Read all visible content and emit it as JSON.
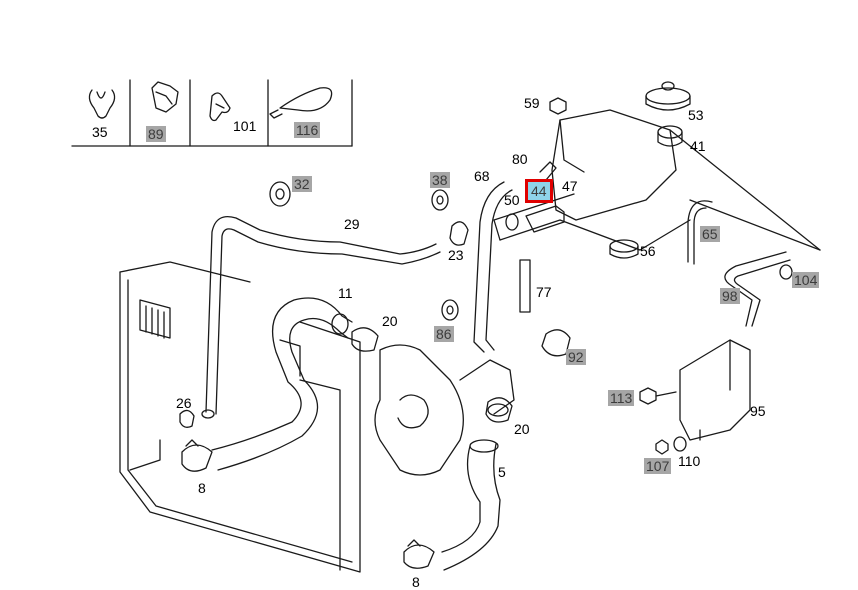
{
  "diagram": {
    "colors": {
      "line": "#1a1a1a",
      "highlight": "#a6a6a6",
      "selected_fill": "#8fd3ea",
      "selected_border": "#e00000"
    },
    "legend": {
      "items": [
        "35",
        "89",
        "101",
        "116"
      ]
    },
    "callouts": {
      "c32": "32",
      "c38": "38",
      "c68": "68",
      "c80": "80",
      "c44": "44",
      "c47": "47",
      "c59": "59",
      "c53": "53",
      "c41": "41",
      "c50": "50",
      "c29": "29",
      "c23": "23",
      "c56": "56",
      "c65": "65",
      "c77": "77",
      "c104": "104",
      "c98": "98",
      "c11": "11",
      "c20a": "20",
      "c86": "86",
      "c92": "92",
      "c26": "26",
      "c113": "113",
      "c95": "95",
      "c8a": "8",
      "c20b": "20",
      "c5": "5",
      "c107": "107",
      "c110": "110",
      "c8b": "8"
    }
  }
}
